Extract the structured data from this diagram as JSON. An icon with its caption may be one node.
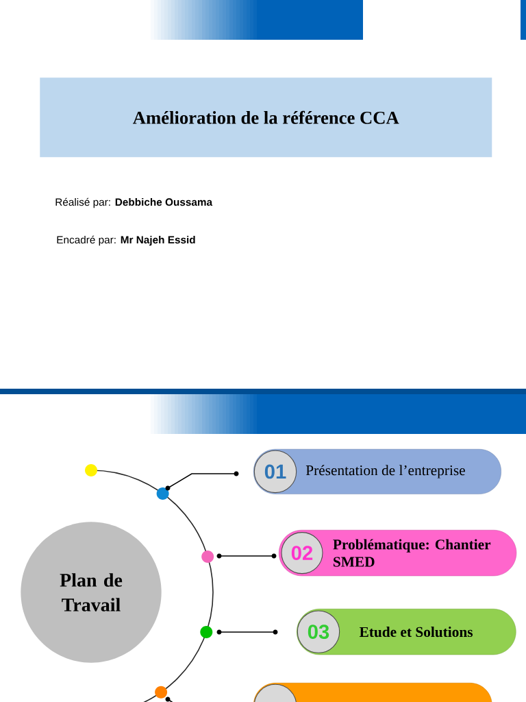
{
  "diagram": {
    "nodes": [
      {
        "text": [
          "Amélioration de la référence CCA"
        ]
      },
      {
        "text": [
          "Plan de Travail"
        ]
      },
      {
        "text": [
          "Présentation de l’entreprise"
        ]
      },
      {
        "text": [
          "01"
        ],
        "in": 2
      },
      {
        "text": [
          "Problématique: Chantier SMED"
        ]
      },
      {
        "text": [
          "02"
        ],
        "in": 4
      },
      {
        "text": [
          "Etude et Solutions"
        ]
      },
      {
        "text": [
          "03"
        ],
        "in": 6
      },
      {
        "text": [],
        "shape": "box"
      },
      {
        "text": [],
        "shape": "circle",
        "in": 8
      }
    ],
    "labels": [
      "Réalisé par: **Debbiche Oussama**",
      "Encadré par: **Mr Najeh Essid**"
    ]
  }
}
